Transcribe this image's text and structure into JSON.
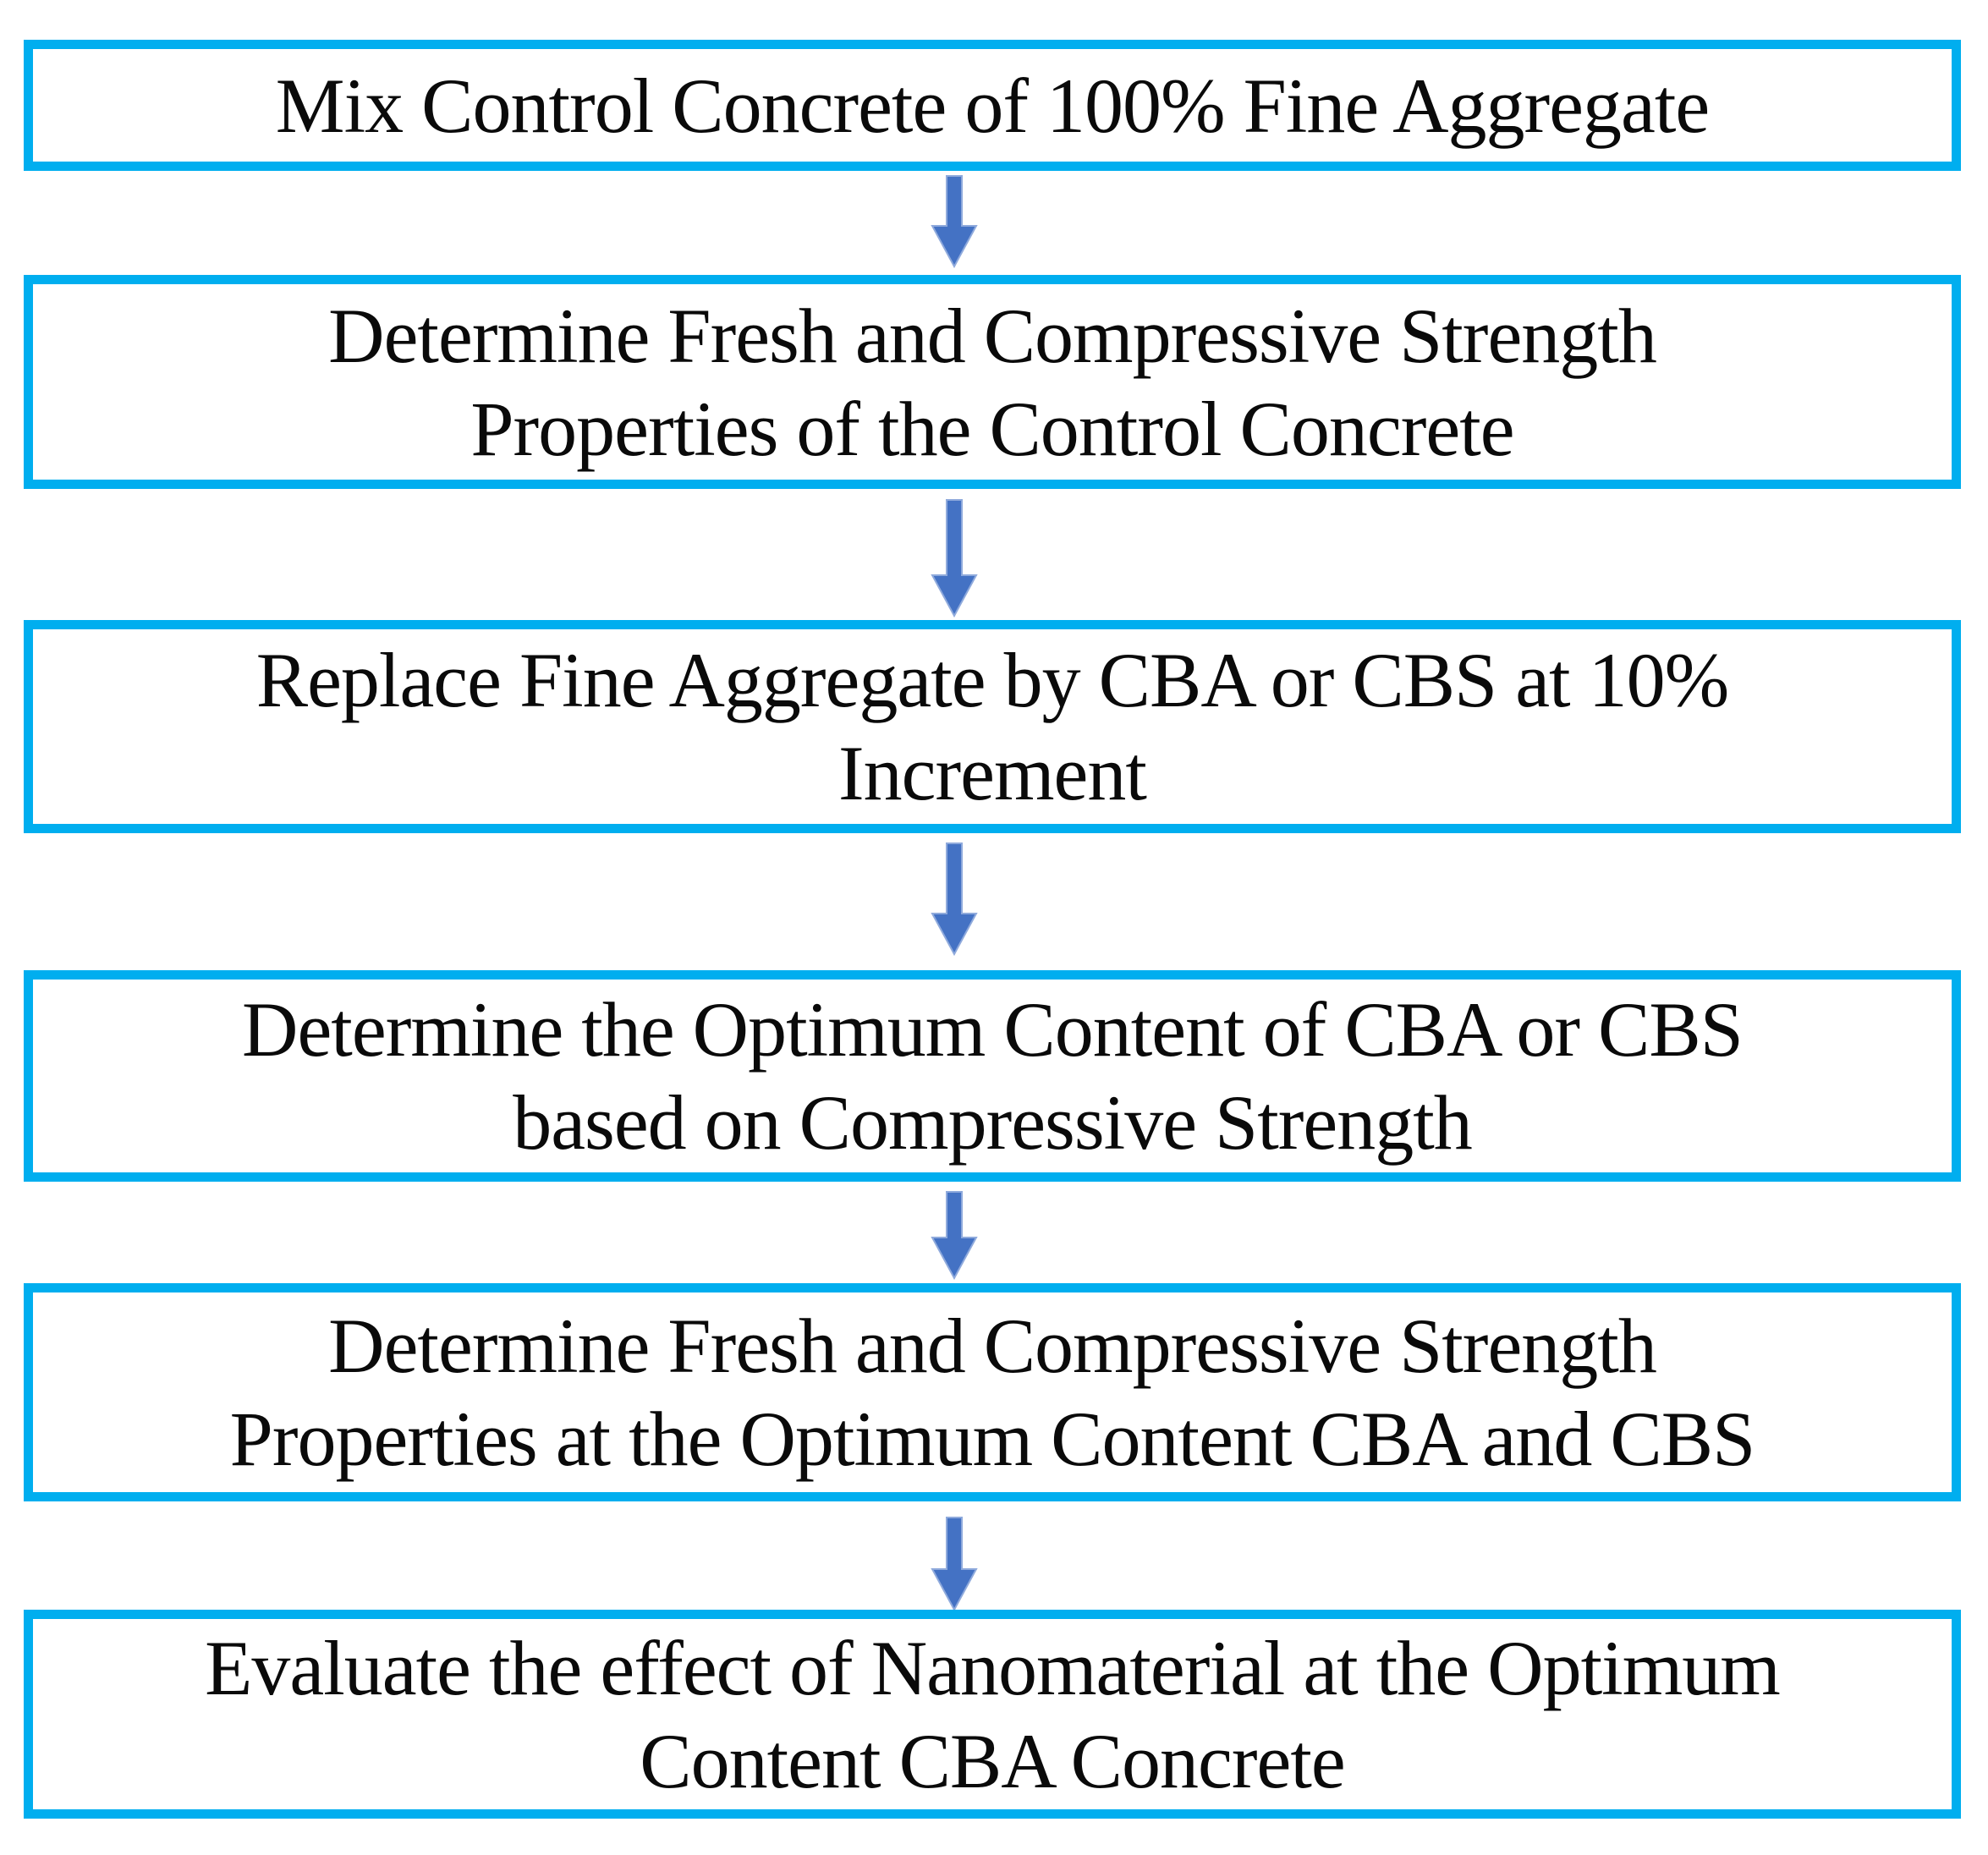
{
  "figure": {
    "kind": "flowchart",
    "direction": "top-to-bottom",
    "step_count": 6,
    "connector_count": 5
  },
  "colors": {
    "page_background": "#FFFFFF",
    "box_border": "#00AEEF",
    "box_background": "#FFFFFF",
    "text": "#0A0A0A",
    "arrow_fill": "#4472C4",
    "arrow_halo": "#8FAADC"
  },
  "steps": [
    {
      "lines": [
        "Mix Control Concrete of 100% Fine Aggregate"
      ]
    },
    {
      "lines": [
        "Determine Fresh and Compressive Strength",
        "Properties of the Control Concrete"
      ]
    },
    {
      "lines": [
        "Replace Fine Aggregate by CBA or CBS at 10%",
        "Increment"
      ]
    },
    {
      "lines": [
        "Determine the Optimum Content of CBA or CBS",
        "based on Compressive Strength"
      ]
    },
    {
      "lines": [
        "Determine Fresh and Compressive Strength",
        "Properties at the Optimum Content CBA and CBS"
      ]
    },
    {
      "lines": [
        "Evaluate the effect of Nanomaterial at the Optimum",
        "Content CBA Concrete"
      ]
    }
  ],
  "connectors": [
    {
      "icon": "down-arrow"
    },
    {
      "icon": "down-arrow"
    },
    {
      "icon": "down-arrow"
    },
    {
      "icon": "down-arrow"
    },
    {
      "icon": "down-arrow"
    }
  ]
}
